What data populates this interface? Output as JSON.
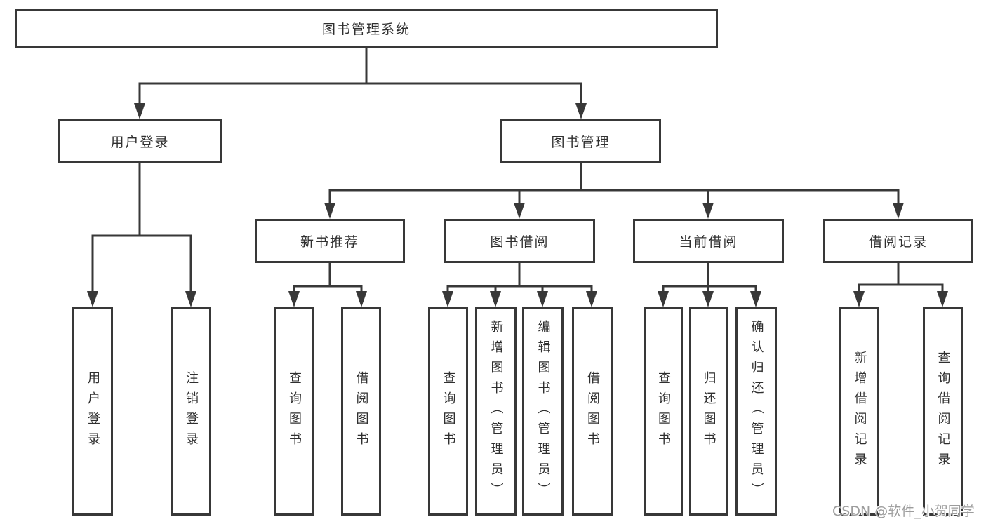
{
  "diagram": {
    "title": "图书管理系统",
    "level2": [
      "用户登录",
      "图书管理"
    ],
    "level3": [
      "新书推荐",
      "图书借阅",
      "当前借阅",
      "借阅记录"
    ],
    "leaves": {
      "user_login": [
        "用户登录",
        "注销登录"
      ],
      "new_book_recommend": [
        "查询图书",
        "借阅图书"
      ],
      "book_borrowing": [
        "查询图书",
        "新增图书（管理员）",
        "编辑图书（管理员）",
        "借阅图书"
      ],
      "current_borrowing": [
        "查询图书",
        "归还图书",
        "确认归还（管理员）"
      ],
      "borrowing_records": [
        "新增借阅记录",
        "查询借阅记录"
      ]
    }
  },
  "watermark": "CSDN @软件_小贺同学",
  "colors": {
    "line": "#383838",
    "box_border": "#383838",
    "text": "#2f2f2f",
    "watermark": "#9c9c9c",
    "background": "#ffffff"
  }
}
